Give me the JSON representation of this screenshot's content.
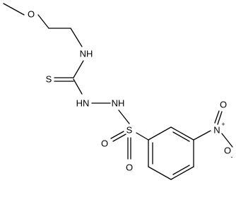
{
  "atoms": {
    "o_methoxy": "O",
    "nh_amine": "NH",
    "s_thione": "S",
    "hn_hydrazine_left": "HN",
    "nh_hydrazine_right": "NH",
    "s_sulfonyl": "S",
    "o_sulfonyl_left": "O",
    "o_sulfonyl_bottom": "O",
    "n_nitro": "N",
    "n_nitro_charge": "+",
    "o_nitro_top": "O",
    "o_nitro_bottom": "O",
    "o_nitro_charge": "-"
  }
}
